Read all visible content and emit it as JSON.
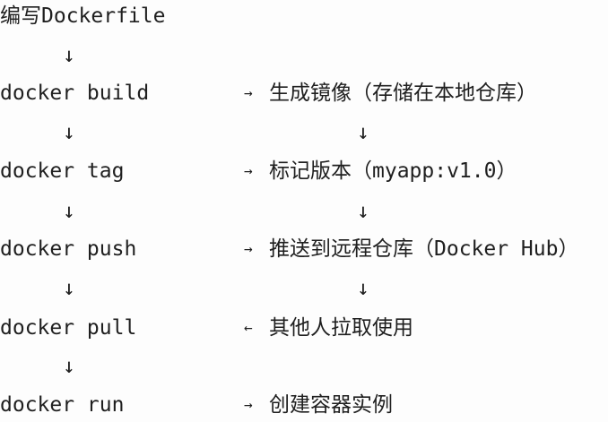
{
  "flow": {
    "start": "编写Dockerfile",
    "down_arrow": "↓",
    "steps": [
      {
        "command": "docker build",
        "arrow": "→",
        "result": "生成镜像（存储在本地仓库）"
      },
      {
        "command": "docker tag",
        "arrow": "→",
        "result": "标记版本（myapp:v1.0）"
      },
      {
        "command": "docker push",
        "arrow": "→",
        "result": "推送到远程仓库（Docker Hub）"
      },
      {
        "command": "docker pull",
        "arrow": "←",
        "result": "其他人拉取使用"
      },
      {
        "command": "docker run",
        "arrow": "→",
        "result": "创建容器实例"
      }
    ]
  }
}
